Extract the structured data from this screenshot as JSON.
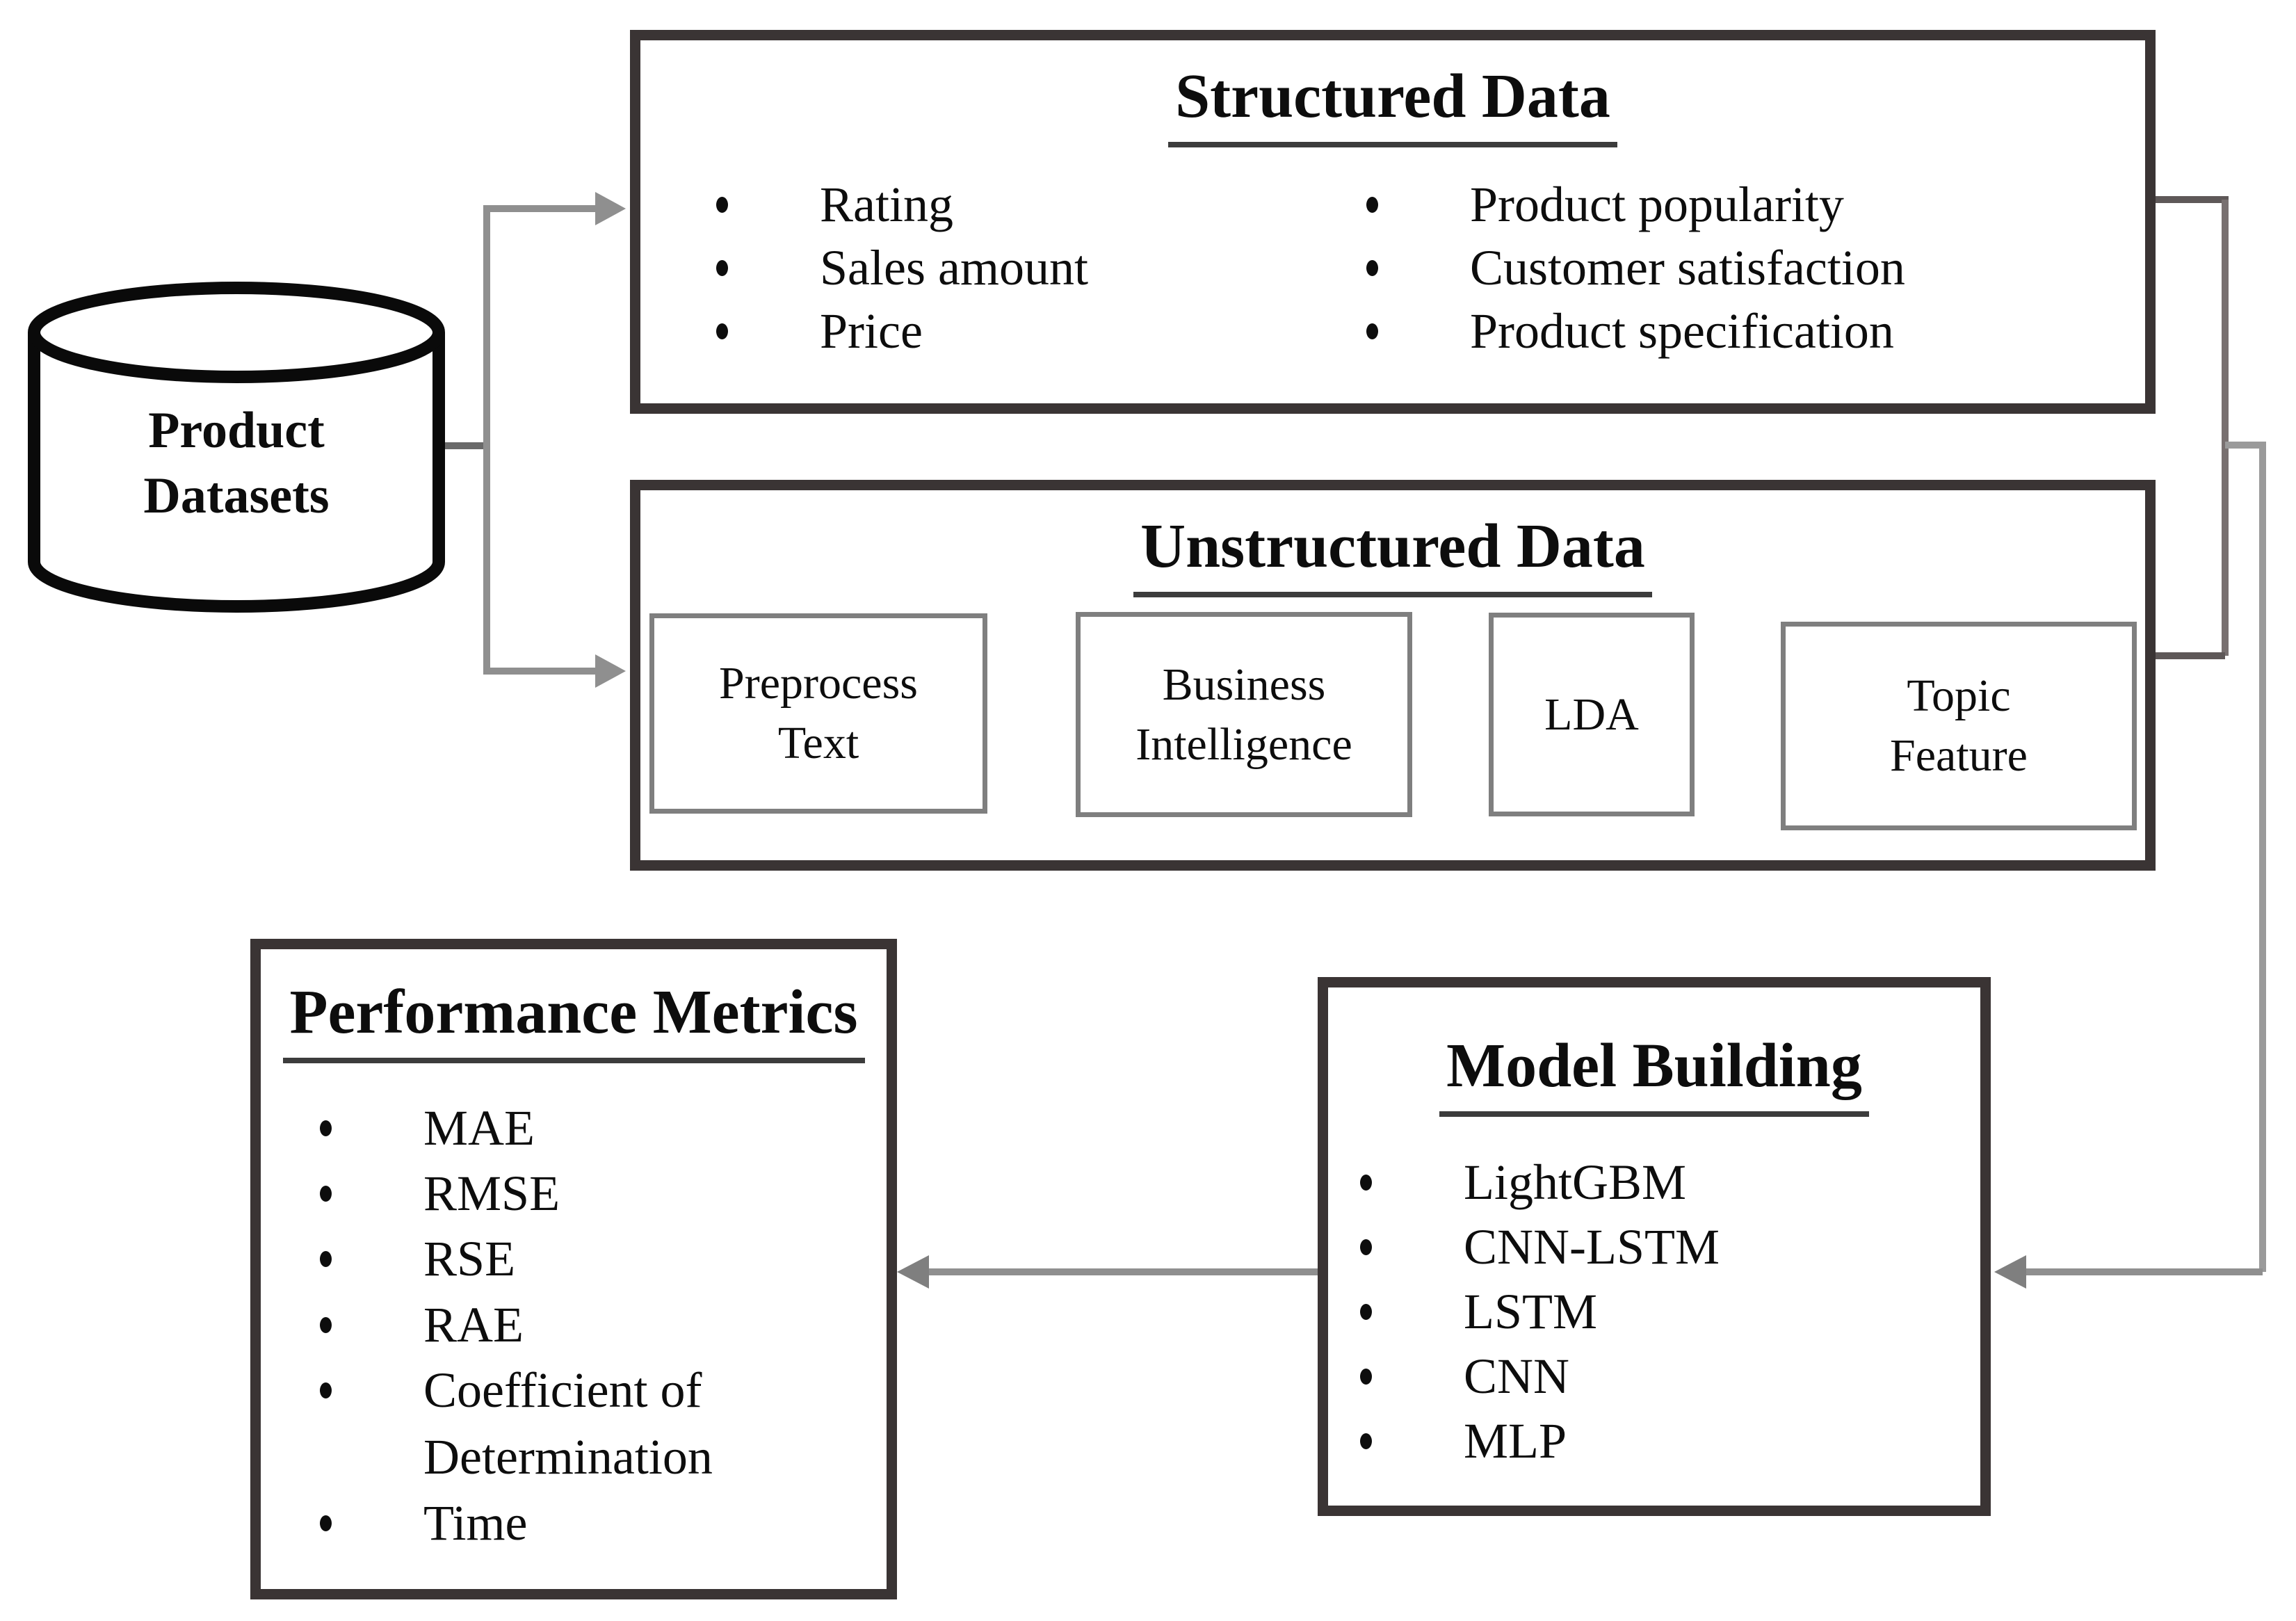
{
  "cylinder": {
    "line1": "Product",
    "line2": "Datasets"
  },
  "structured": {
    "title": "Structured Data",
    "items_left": [
      "Rating",
      "Sales amount",
      "Price"
    ],
    "items_right": [
      "Product popularity",
      "Customer satisfaction",
      "Product specification"
    ]
  },
  "unstructured": {
    "title": "Unstructured Data",
    "steps": [
      "Preprocess Text",
      "Business Intelligence",
      "LDA",
      "Topic Feature"
    ]
  },
  "model_building": {
    "title": "Model Building",
    "items": [
      "LightGBM",
      "CNN-LSTM",
      "LSTM",
      "CNN",
      "MLP"
    ]
  },
  "performance_metrics": {
    "title": "Performance Metrics",
    "items": [
      "MAE",
      "RMSE",
      "RSE",
      "RAE",
      "Coefficient of Determination",
      "Time"
    ]
  },
  "colors": {
    "outer_box_border": "#3a3434",
    "flow_box_border": "#7f7f7f",
    "connector_dark": "#5e5858",
    "connector_mid": "#6a6a6a",
    "connector_light": "#8f8f8f",
    "flow_arrow": "#646464",
    "text": "#0d0d0d",
    "title_underline": "#3c3c3c"
  }
}
